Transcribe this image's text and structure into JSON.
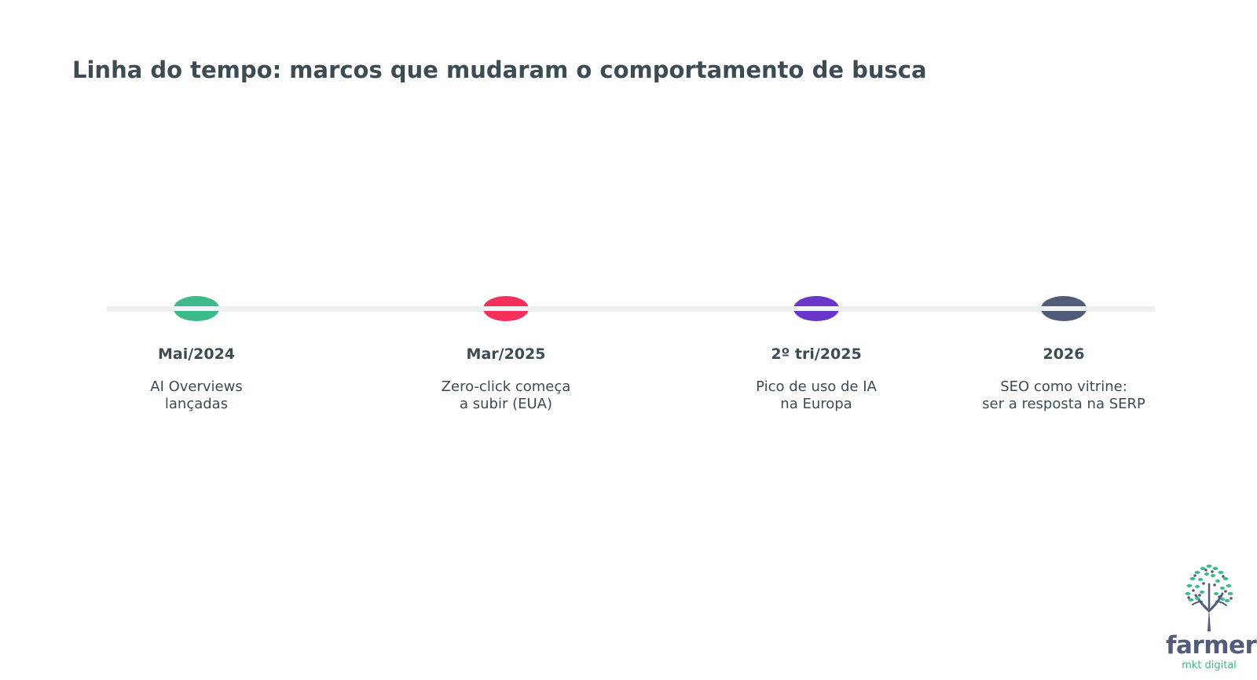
{
  "page": {
    "title": "Linha do tempo: marcos que mudaram o comportamento de busca"
  },
  "timeline": {
    "events": [
      {
        "date": "Mai/2024",
        "desc_line1": "AI Overviews",
        "desc_line2": "lançadas",
        "color": "#3cba8a"
      },
      {
        "date": "Mar/2025",
        "desc_line1": "Zero-click começa",
        "desc_line2": "a subir (EUA)",
        "color": "#f5305a"
      },
      {
        "date": "2º tri/2025",
        "desc_line1": "Pico de uso de IA",
        "desc_line2": "na Europa",
        "color": "#6a35c9"
      },
      {
        "date": "2026",
        "desc_line1": "SEO como vitrine:",
        "desc_line2": "ser a resposta na SERP",
        "color": "#525b7a"
      }
    ]
  },
  "logo": {
    "word": "farmer",
    "sub": "mkt digital",
    "leaf_color": "#3cba8a",
    "trunk_color": "#525b7a"
  }
}
